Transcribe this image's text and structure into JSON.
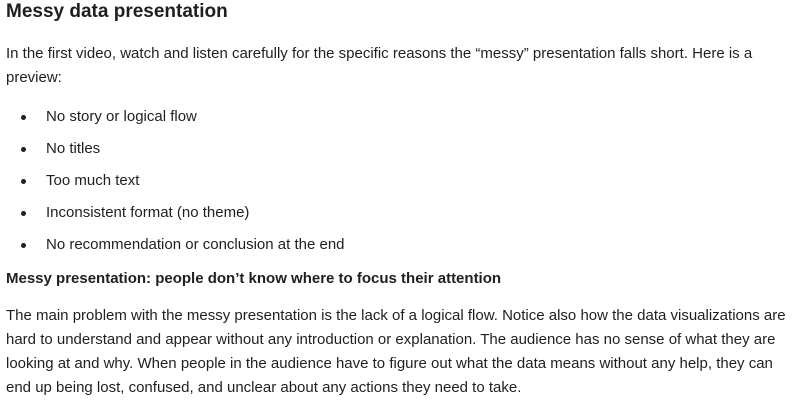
{
  "title": "Messy data presentation",
  "intro": "In the first video, watch and listen carefully for the specific reasons the “messy” presentation falls short. Here is a preview:",
  "bullets": [
    "No story or logical flow",
    "No titles",
    "Too much text",
    "Inconsistent format (no theme)",
    "No recommendation or conclusion at the end"
  ],
  "subheading": "Messy presentation: people don’t know where to focus their attention",
  "body": "The main problem with the messy presentation is the lack of a logical flow. Notice also how the data visualizations are hard to understand and appear without any introduction or explanation. The audience has no sense of what they are looking at and why.  When people in the audience have to figure out what the data means without any help, they can end up being lost, confused, and unclear about any actions they need to take."
}
